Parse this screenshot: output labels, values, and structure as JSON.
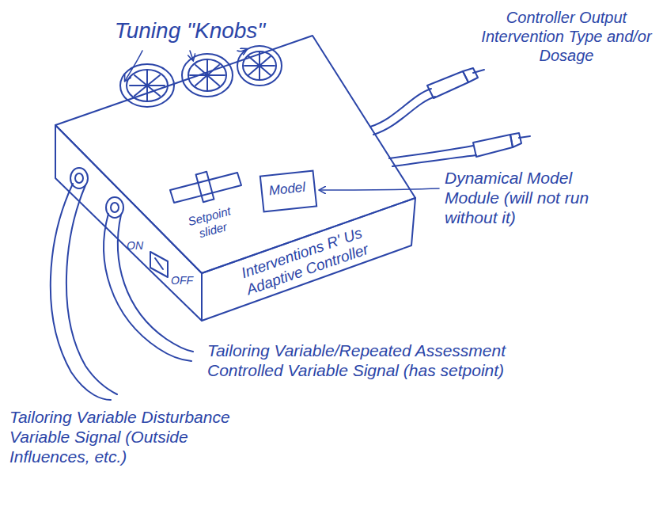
{
  "diagram": {
    "nodes": [
      {
        "text": [
          "Interventions R' Us Adaptive Controller"
        ]
      },
      {
        "text": [
          "Model"
        ],
        "in": 0
      }
    ],
    "labels": [
      "Tuning \"Knobs\"",
      "Controller Output Intervention Type and/or Dosage",
      "Setpoint slider",
      "Dynamical Model Module (will not run without it)",
      "ON",
      "OFF",
      "Tailoring Variable/Repeated Assessment Controlled Variable Signal (has setpoint)",
      "Tailoring Variable Disturbance Variable Signal (Outside Influences, etc.)"
    ]
  }
}
